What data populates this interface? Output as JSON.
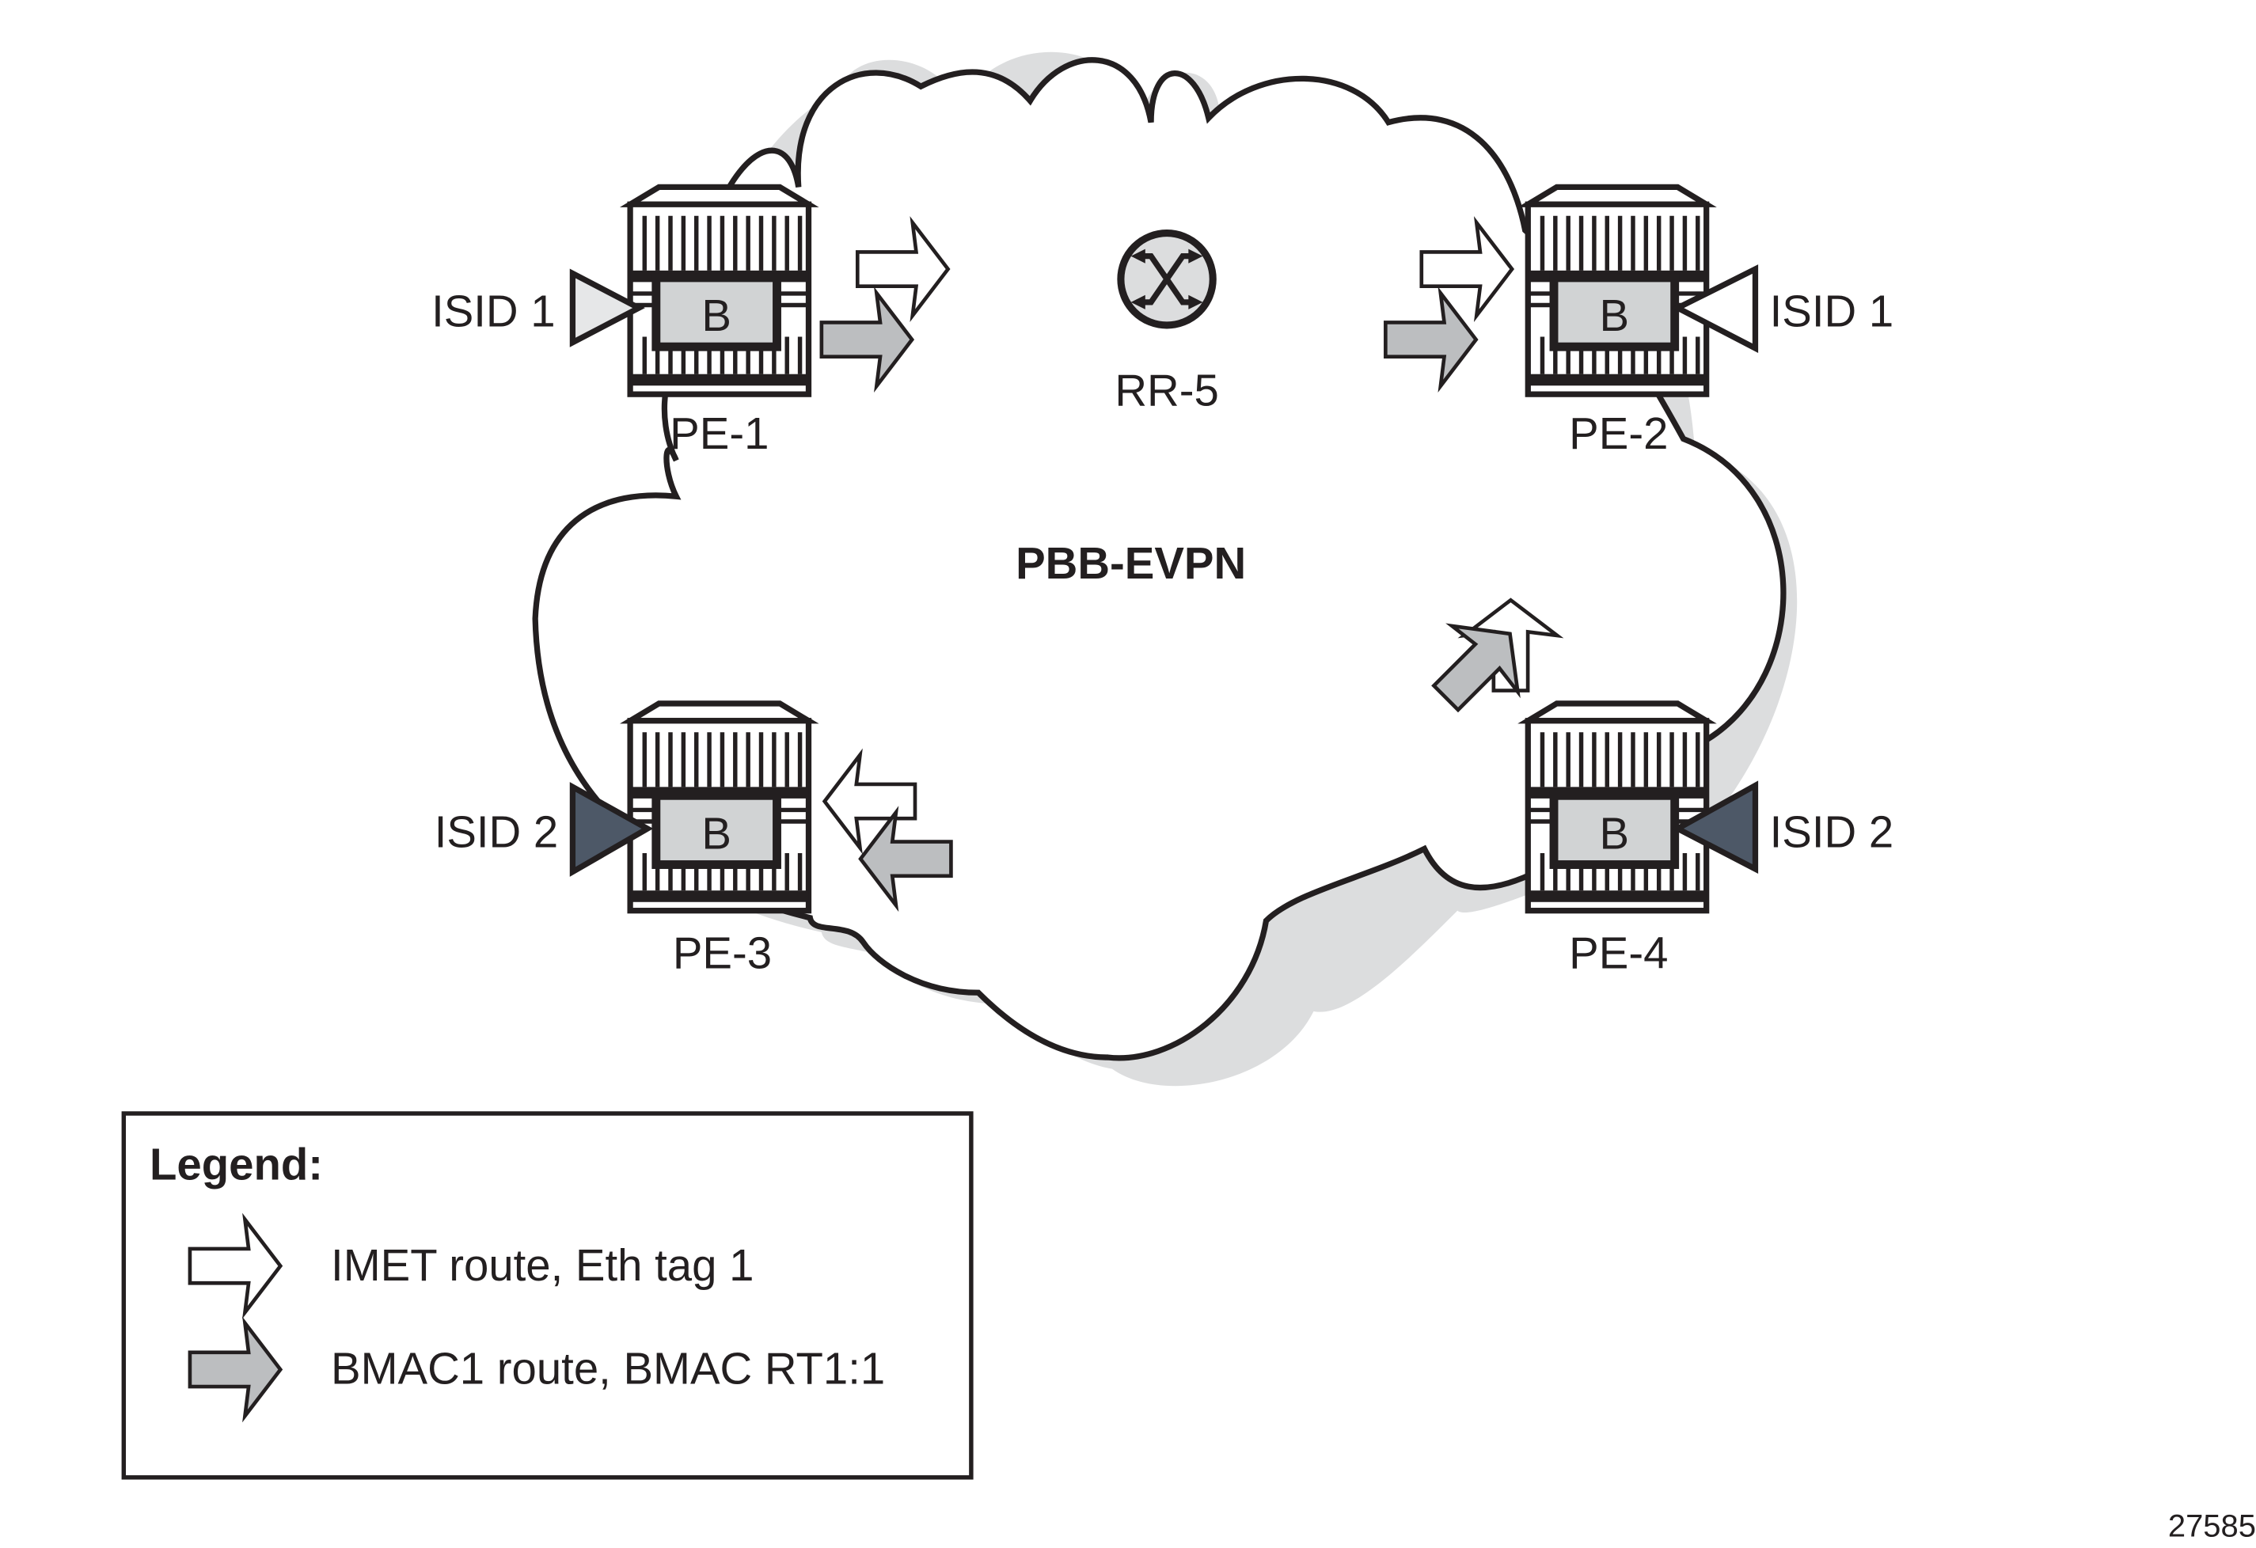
{
  "network_label": "PBB-EVPN",
  "route_reflector": {
    "label": "RR-5",
    "icon": "route-reflector-icon"
  },
  "nodes": [
    {
      "id": "pe1",
      "label": "PE-1",
      "module_label": "B",
      "isid_label": "ISID 1",
      "isid_color": "#e6e7e8",
      "isid_side": "left"
    },
    {
      "id": "pe2",
      "label": "PE-2",
      "module_label": "B",
      "isid_label": "ISID 1",
      "isid_color": "#ffffff",
      "isid_side": "right"
    },
    {
      "id": "pe3",
      "label": "PE-3",
      "module_label": "B",
      "isid_label": "ISID 2",
      "isid_color": "#4d5867",
      "isid_side": "left"
    },
    {
      "id": "pe4",
      "label": "PE-4",
      "module_label": "B",
      "isid_label": "ISID 2",
      "isid_color": "#4d5867",
      "isid_side": "right"
    }
  ],
  "colors": {
    "imet_arrow": "#ffffff",
    "bmac_arrow": "#bcbec0",
    "module_fill": "#d1d3d4",
    "rr_fill": "#dcddde",
    "cloud_shadow": "#c7c8ca",
    "outline": "#231f20"
  },
  "legend": {
    "title": "Legend:",
    "items": [
      {
        "label": "IMET route, Eth tag 1",
        "icon": "white-arrow-icon"
      },
      {
        "label": "BMAC1 route, BMAC RT1:1",
        "icon": "gray-arrow-icon"
      }
    ]
  },
  "figure_id": "27585"
}
